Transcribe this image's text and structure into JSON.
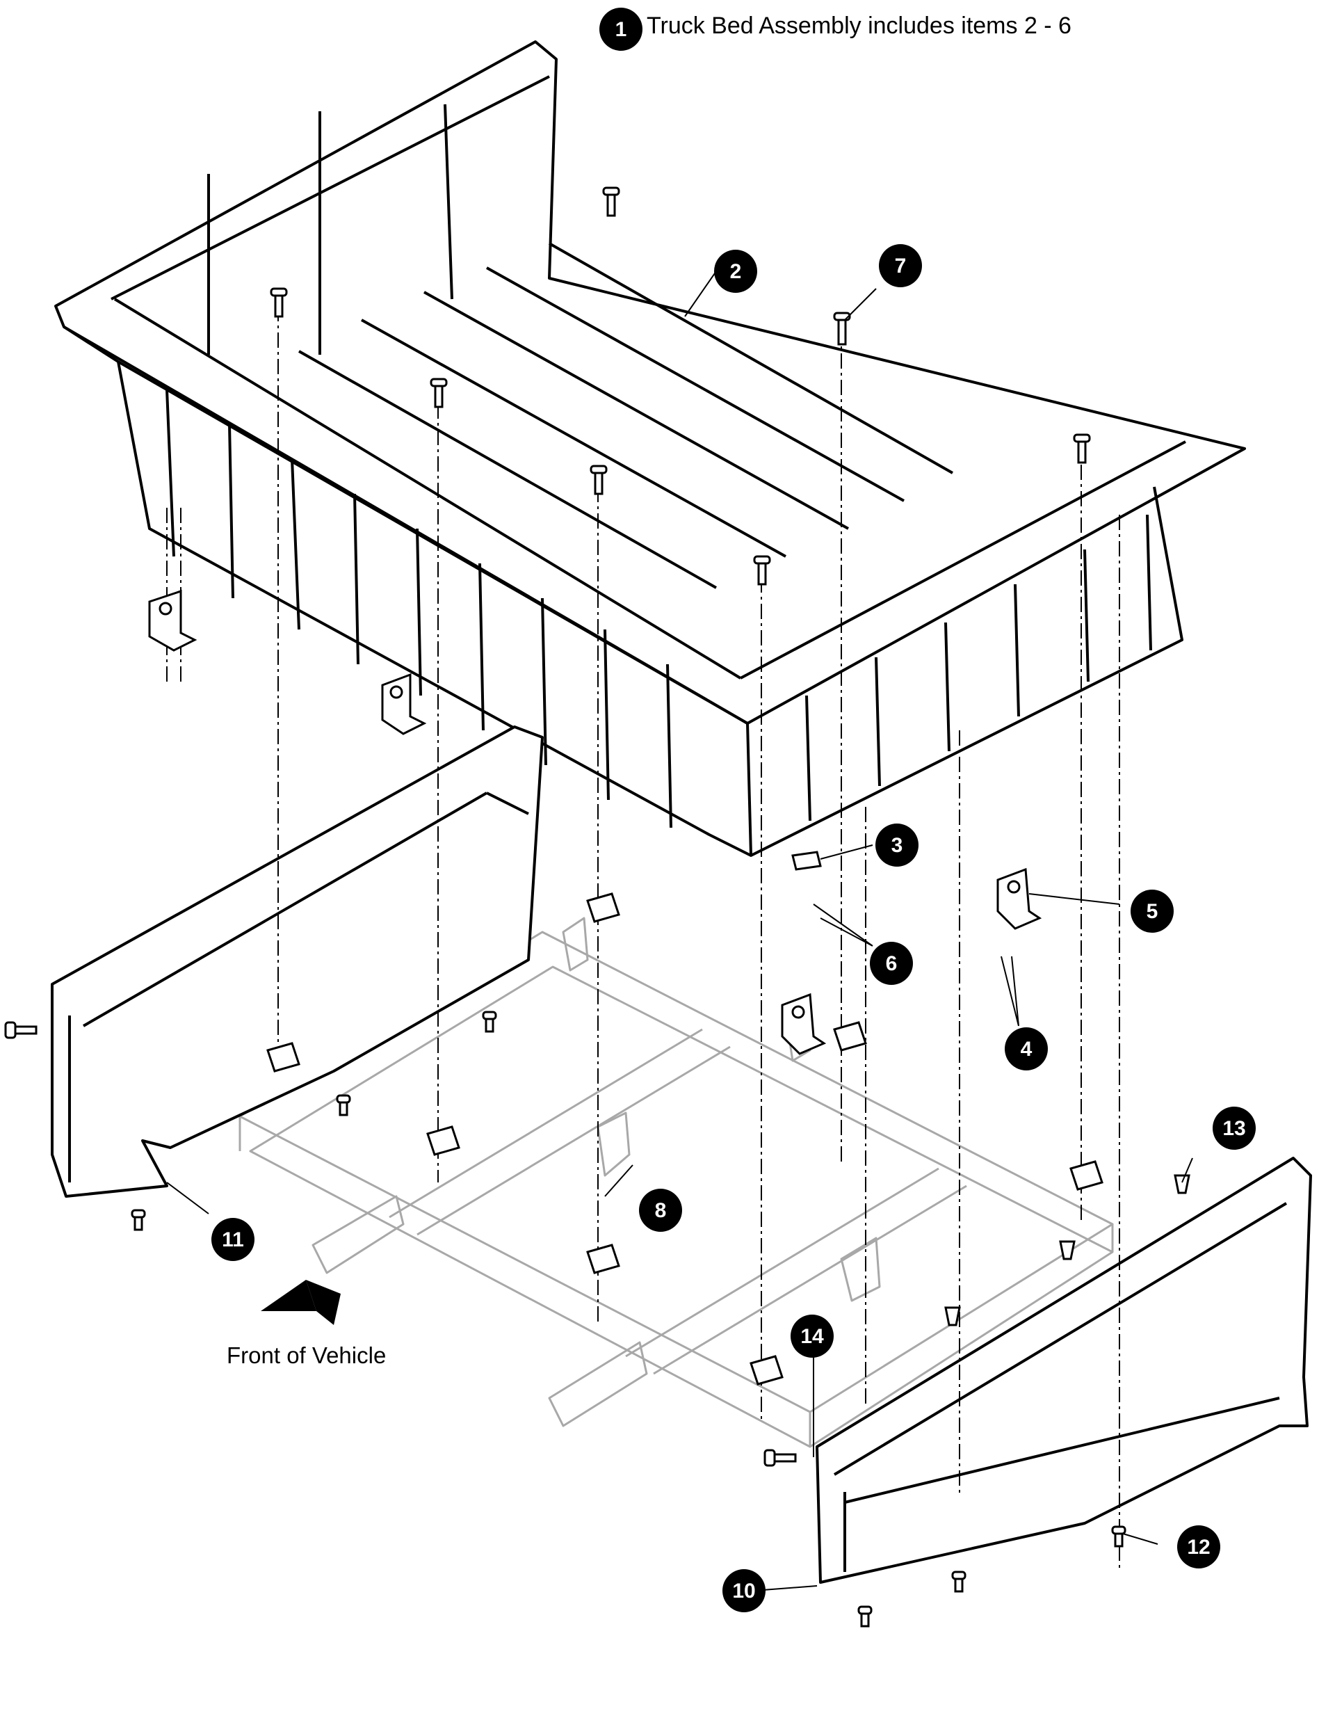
{
  "title": "Truck Bed Assembly includes items 2 - 6",
  "front_label": "Front of Vehicle",
  "callouts": [
    {
      "num": "1"
    },
    {
      "num": "2"
    },
    {
      "num": "3"
    },
    {
      "num": "4"
    },
    {
      "num": "5"
    },
    {
      "num": "6"
    },
    {
      "num": "7"
    },
    {
      "num": "8"
    },
    {
      "num": "10"
    },
    {
      "num": "11"
    },
    {
      "num": "12"
    },
    {
      "num": "13"
    },
    {
      "num": "14"
    }
  ],
  "colors": {
    "line": "#000000",
    "frame": "#a8a8a8",
    "callout_fill": "#000000",
    "callout_text": "#ffffff"
  }
}
